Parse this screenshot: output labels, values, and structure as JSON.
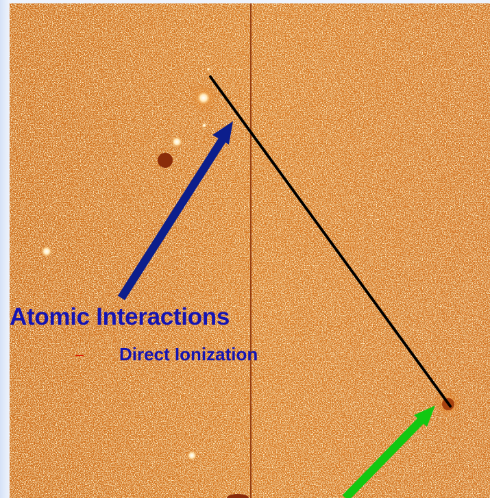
{
  "slide": {
    "heading": "Atomic Interactions",
    "bullet_item": "Direct Ionization"
  },
  "annotations": [
    {
      "name": "blue-arrow",
      "color": "#0c1e8c"
    },
    {
      "name": "green-arrow",
      "color": "#12c812"
    },
    {
      "name": "black-line",
      "color": "#000000"
    }
  ],
  "colors": {
    "image_base": "#d9761e",
    "caption_text": "#1414b4",
    "bullet_dash": "#dd1e00"
  }
}
